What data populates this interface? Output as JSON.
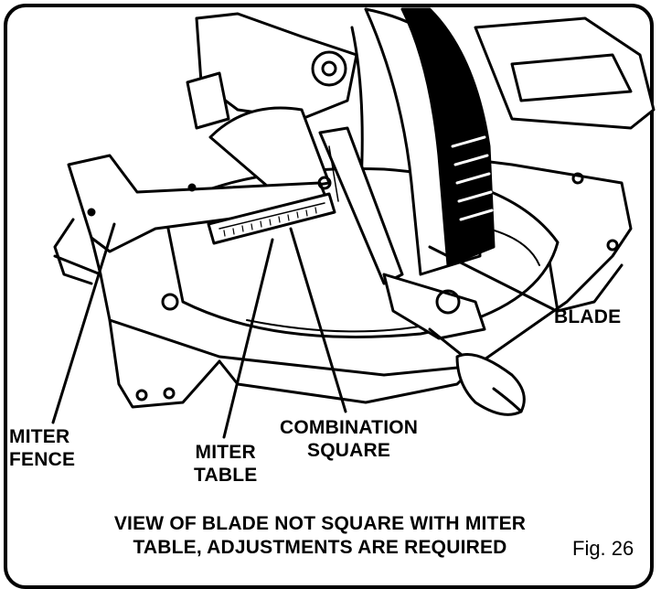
{
  "labels": {
    "blade": "BLADE",
    "miter_fence": [
      "MITER",
      "FENCE"
    ],
    "miter_table": [
      "MITER",
      "TABLE"
    ],
    "combination_square": [
      "COMBINATION",
      "SQUARE"
    ]
  },
  "caption": [
    "VIEW OF BLADE NOT SQUARE WITH MITER",
    "TABLE, ADJUSTMENTS ARE REQUIRED"
  ],
  "figure_number": "Fig. 26"
}
